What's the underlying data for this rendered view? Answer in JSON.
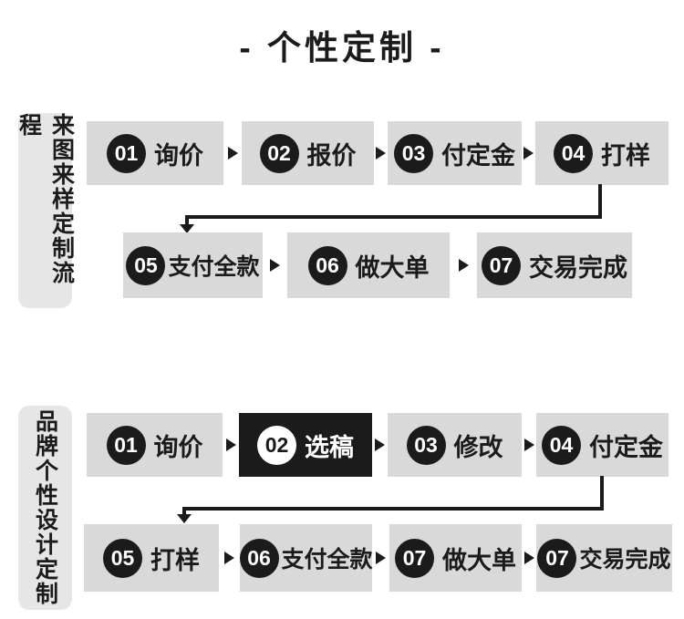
{
  "title": "- 个性定制 -",
  "colors": {
    "background": "#ffffff",
    "box_bg": "#d9d9d9",
    "label_strip_bg": "#e6e6e6",
    "ink": "#1b1b1b",
    "highlight_bg": "#1b1b1b",
    "highlight_text": "#ffffff"
  },
  "sections": [
    {
      "label": "来图来样定制流程",
      "rows": [
        [
          {
            "num": "01",
            "text": "询价"
          },
          {
            "num": "02",
            "text": "报价"
          },
          {
            "num": "03",
            "text": "付定金"
          },
          {
            "num": "04",
            "text": "打样"
          }
        ],
        [
          {
            "num": "05",
            "text": "支付全款"
          },
          {
            "num": "06",
            "text": "做大单"
          },
          {
            "num": "07",
            "text": "交易完成"
          }
        ]
      ]
    },
    {
      "label": "品牌个性设计定制",
      "rows": [
        [
          {
            "num": "01",
            "text": "询价"
          },
          {
            "num": "02",
            "text": "选稿",
            "highlighted": true
          },
          {
            "num": "03",
            "text": "修改"
          },
          {
            "num": "04",
            "text": "付定金"
          }
        ],
        [
          {
            "num": "05",
            "text": "打样"
          },
          {
            "num": "06",
            "text": "支付全款"
          },
          {
            "num": "07",
            "text": "做大单"
          },
          {
            "num": "07",
            "text": "交易完成"
          }
        ]
      ]
    }
  ]
}
